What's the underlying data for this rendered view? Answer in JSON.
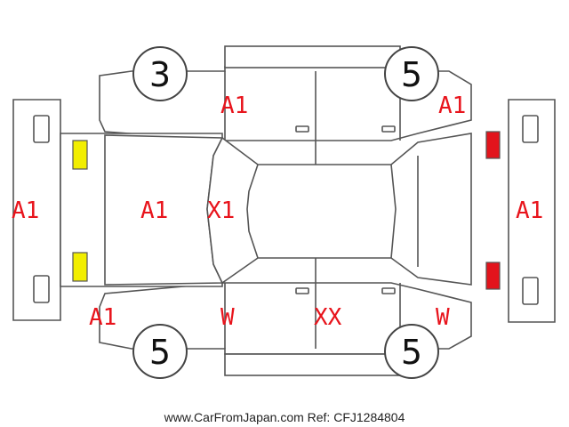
{
  "colors": {
    "label": "#e8141c",
    "front_lamps": "#f2ee00",
    "rear_lamps": "#e2141c",
    "outline": "#555555"
  },
  "tire_grades": {
    "front_left": "3",
    "front_right": "5",
    "rear_left": "5",
    "rear_right": "5"
  },
  "damage_labels": {
    "roof_left_upper": "A1",
    "roof_right_upper": "A1",
    "front_bumper": "A1",
    "hood": "A1",
    "windshield": "X1",
    "rear_bumper": "A1",
    "lower_left_corner": "A1",
    "lower_front_door": "W",
    "lower_rear_door": "XX",
    "lower_right_corner": "W"
  },
  "footer": {
    "text": "www.CarFromJapan.com Ref: CFJ1284804"
  }
}
